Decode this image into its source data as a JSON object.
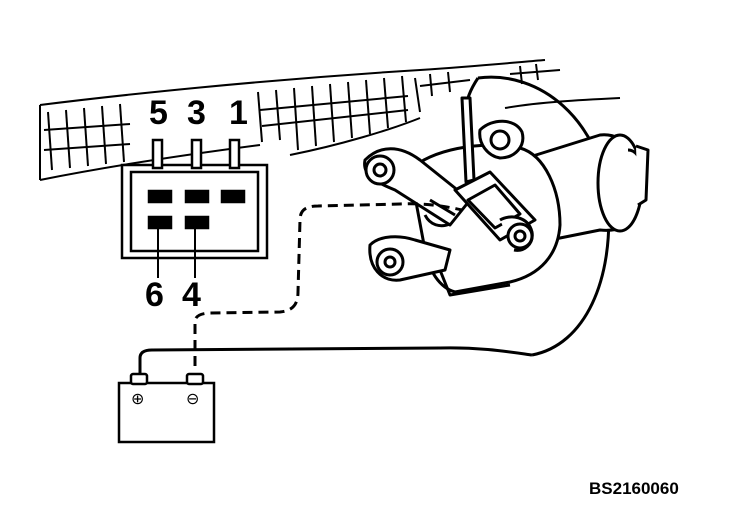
{
  "connector": {
    "pins_top": [
      "5",
      "3",
      "1"
    ],
    "pins_bottom": [
      "6",
      "4"
    ]
  },
  "battery": {
    "positive_symbol": "⊕",
    "negative_symbol": "⊖"
  },
  "figure_code": "BS2160060"
}
